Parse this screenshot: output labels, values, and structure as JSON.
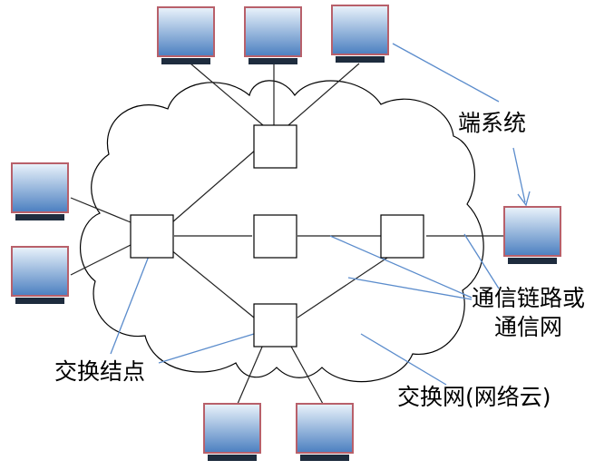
{
  "labels": {
    "end_system": "端系统",
    "link_line1": "通信链路或",
    "link_line2": "通信网",
    "switch_node": "交换结点",
    "switch_network": "交换网(网络云)"
  },
  "colors": {
    "monitor_border": "#b8606a",
    "monitor_screen_top": "#eaf3fb",
    "monitor_screen_bottom": "#4b7fc0",
    "monitor_base": "#1e2c3e",
    "link_line": "#222222",
    "annotation_line": "#5b8ccc",
    "node_fill": "#ffffff",
    "node_border": "#000000"
  },
  "diagram": {
    "terminals": [
      "top-left",
      "top-center",
      "top-right",
      "left-upper",
      "left-lower",
      "right",
      "bottom-left",
      "bottom-right"
    ],
    "switch_nodes": [
      "node-top",
      "node-left",
      "node-center",
      "node-right",
      "node-bottom"
    ]
  }
}
